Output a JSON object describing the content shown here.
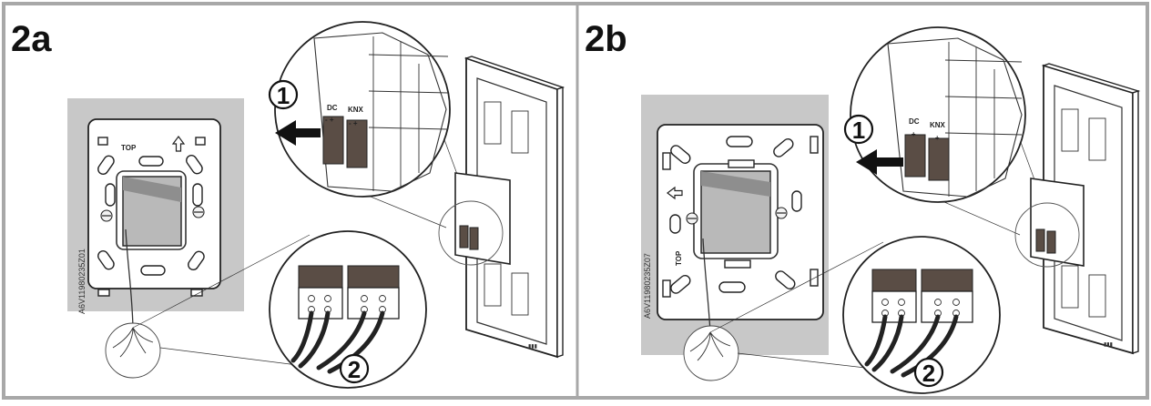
{
  "panels": [
    {
      "label": "2a",
      "plate_top_label": "TOP",
      "article_number": "A6V11980235Z01",
      "callout_1": "1",
      "callout_2": "2",
      "terminal_dc": "DC",
      "terminal_knx": "KNX",
      "polarity_left": "- +",
      "polarity_right": "- +"
    },
    {
      "label": "2b",
      "plate_top_label": "TOP",
      "article_number": "A6V11980235Z07",
      "callout_1": "1",
      "callout_2": "2",
      "terminal_dc": "DC",
      "terminal_knx": "KNX",
      "polarity_left": "- +",
      "polarity_right": "- +"
    }
  ],
  "colors": {
    "frame": "#a8a8a8",
    "wall": "#c8c8c8",
    "terminal": "#5a4d45",
    "ink": "#222222"
  },
  "icons": [
    "arrow-left-icon",
    "arrow-up-icon",
    "screw-icon",
    "cable-bundle-icon"
  ]
}
